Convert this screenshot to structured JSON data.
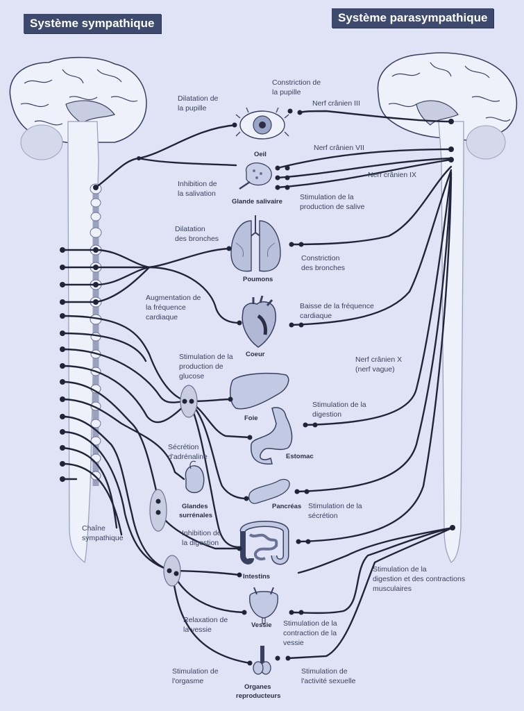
{
  "header": {
    "left": "Système sympathique",
    "right": "Système parasympathique"
  },
  "chain": {
    "label_1": "Chaîne",
    "label_2": "sympathique"
  },
  "organs": {
    "eye": "Oeil",
    "salivary": "Glande salivaire",
    "lungs": "Poumons",
    "heart": "Coeur",
    "liver": "Foie",
    "stomach": "Estomac",
    "pancreas": "Pancréas",
    "adrenal_1": "Glandes",
    "adrenal_2": "surrénales",
    "intestines": "Intestins",
    "bladder": "Vessie",
    "repro_1": "Organes",
    "repro_2": "reproducteurs"
  },
  "sympathetic_effects": {
    "pupil": [
      "Dilatation de",
      "la pupille"
    ],
    "saliva": [
      "Inhibition de",
      "la salivation"
    ],
    "bronchi": [
      "Dilatation",
      "des bronches"
    ],
    "heart": [
      "Augmentation de",
      "la fréquence",
      "cardiaque"
    ],
    "glucose": [
      "Stimulation de la",
      "production de",
      "glucose"
    ],
    "adrenaline": [
      "Sécrétion",
      "d'adrénaline"
    ],
    "digestion": [
      "Inhibition de",
      "la digestion"
    ],
    "bladder": [
      "Relaxation de",
      "la vessie"
    ],
    "orgasm": [
      "Stimulation de",
      "l'orgasme"
    ]
  },
  "parasympathetic_effects": {
    "pupil": [
      "Constriction de",
      "la pupille"
    ],
    "saliva": [
      "Stimulation de la",
      "production de salive"
    ],
    "bronchi": [
      "Constriction",
      "des bronches"
    ],
    "heart": [
      "Baisse de la fréquence",
      "cardiaque"
    ],
    "digestion": [
      "Stimulation de la",
      "digestion"
    ],
    "secretion": [
      "Stimulation de la",
      "sécrétion"
    ],
    "intestine": [
      "Stimulation de la",
      "digestion et des contractions",
      "musculaires"
    ],
    "bladder": [
      "Stimulation de la",
      "contraction de la",
      "vessie"
    ],
    "sexual": [
      "Stimulation de",
      "l'activité sexuelle"
    ]
  },
  "nerves": {
    "cn3": "Nerf crânien III",
    "cn7": "Nerf crânien VII",
    "cn9": "Nerf crânien IX",
    "cn10_1": "Nerf crânien X",
    "cn10_2": "(nerf vague)"
  }
}
